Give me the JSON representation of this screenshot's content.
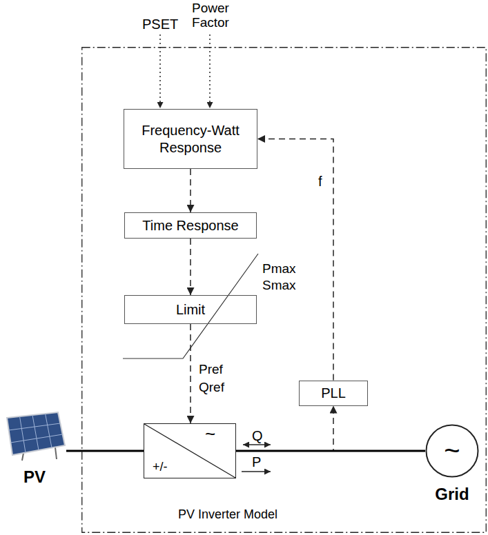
{
  "diagram": {
    "nodes": [
      {
        "text": [
          "PV Inverter Model"
        ]
      },
      {
        "text": [
          "Frequency-Watt Response"
        ],
        "in": 0
      },
      {
        "text": [
          "Time Response"
        ],
        "in": 0
      },
      {
        "text": [
          "Limit"
        ],
        "in": 0
      },
      {
        "text": [
          "PLL"
        ],
        "in": 0
      },
      {
        "text": [
          "~",
          "+/-"
        ],
        "in": 0
      },
      {
        "text": [
          "PV"
        ]
      },
      {
        "text": [
          "~",
          "Grid"
        ],
        "in": 0
      }
    ],
    "edges": [
      {
        "from": 1,
        "to": 2,
        "arrow": "to"
      },
      {
        "from": 2,
        "to": 3,
        "arrow": "to"
      },
      {
        "from": 3,
        "to": 5,
        "arrow": "to"
      },
      {
        "from": 4,
        "to": 1,
        "arrow": "to",
        "label": "f"
      },
      {
        "from": 5,
        "to": 4,
        "arrow": "to"
      },
      {
        "from": 6,
        "to": 5,
        "arrow": "none"
      },
      {
        "from": 5,
        "to": 7,
        "arrow": "none"
      }
    ],
    "labels": [
      "PSET",
      "Power Factor",
      "Pmax",
      "Smax",
      "Pref",
      "Qref",
      "Q",
      "P"
    ]
  }
}
